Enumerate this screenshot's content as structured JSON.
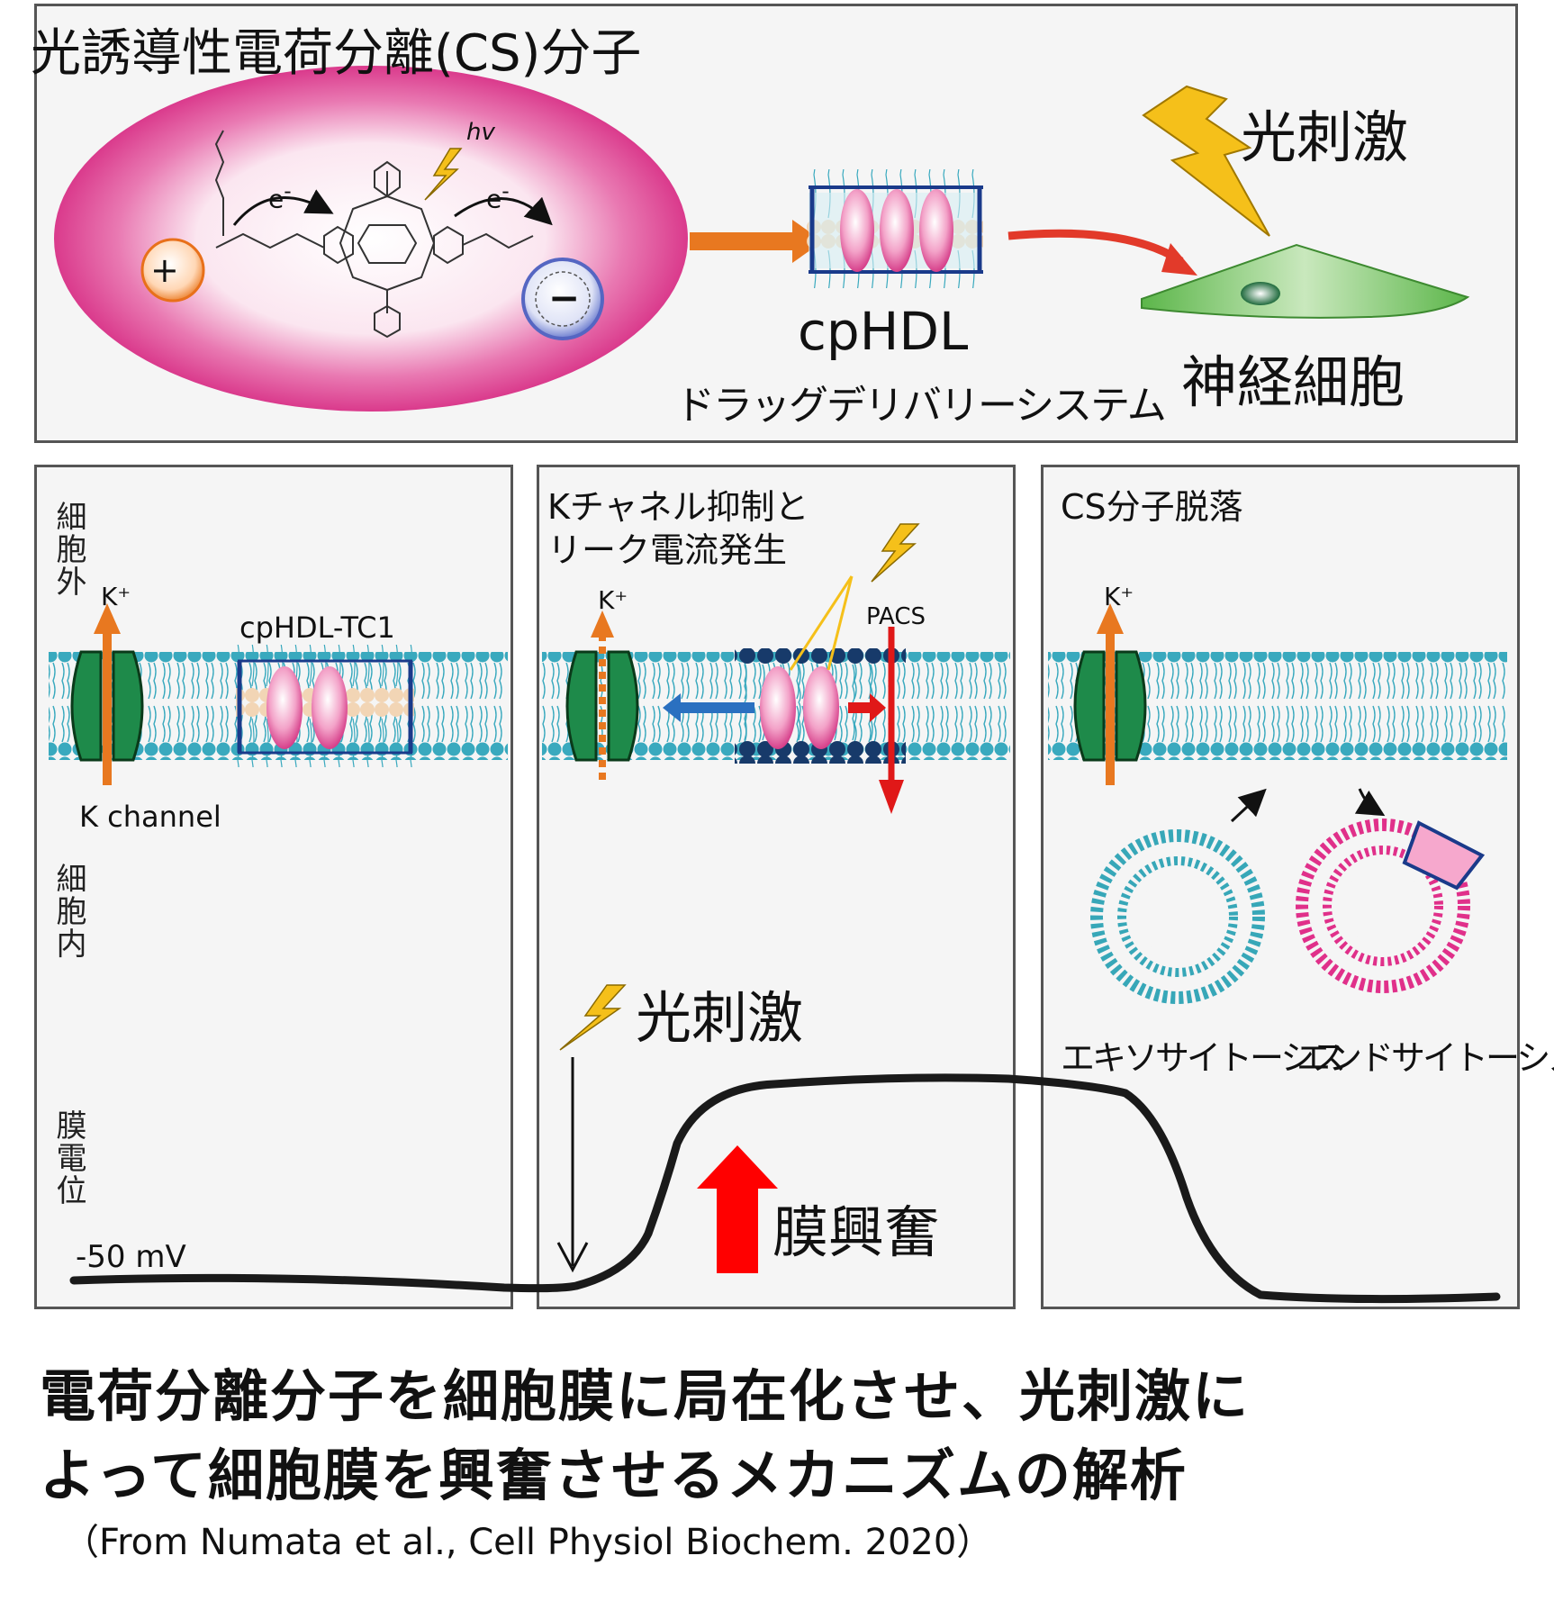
{
  "top": {
    "title": "光誘導性電荷分離(CS)分子",
    "hv": "hv",
    "electron1": "e",
    "electron2": "e",
    "plus": "+",
    "minus": "−",
    "cphdl_label": "cpHDL",
    "drug_delivery": "ドラッグデリバリーシステム",
    "light_label": "光刺激",
    "neuron_label": "神経細胞"
  },
  "panels": {
    "extracellular_label": "細胞外",
    "intracellular_label": "細胞内",
    "potential_label": "膜電位",
    "k_ion": "K⁺",
    "k_channel": "K channel",
    "cphdl_tc1": "cpHDL-TC1",
    "middle_title_1": "Kチャネル抑制と",
    "middle_title_2": "リーク電流発生",
    "pacs": "PACS",
    "right_title": "CS分子脱落",
    "exocytosis": "エキソサイトーシス",
    "endocytosis": "エンドサイトーシス",
    "baseline": "-50 mV",
    "light_label": "光刺激",
    "excitation": "膜興奮"
  },
  "caption": {
    "line1": "電荷分離分子を細胞膜に局在化させ、光刺激に",
    "line2": "よって細胞膜を興奮させるメカニズムの解析",
    "citation": "（From Numata et al., Cell Physiol Biochem. 2020）"
  },
  "colors": {
    "magenta": "#e0308a",
    "lipid": "#39a9be",
    "channel": "#1e8a4a",
    "arrow_orange": "#e87820",
    "arrow_red": "#e01818",
    "bolt": "#f5c01a",
    "vesicle_blue": "#37a7b8"
  }
}
